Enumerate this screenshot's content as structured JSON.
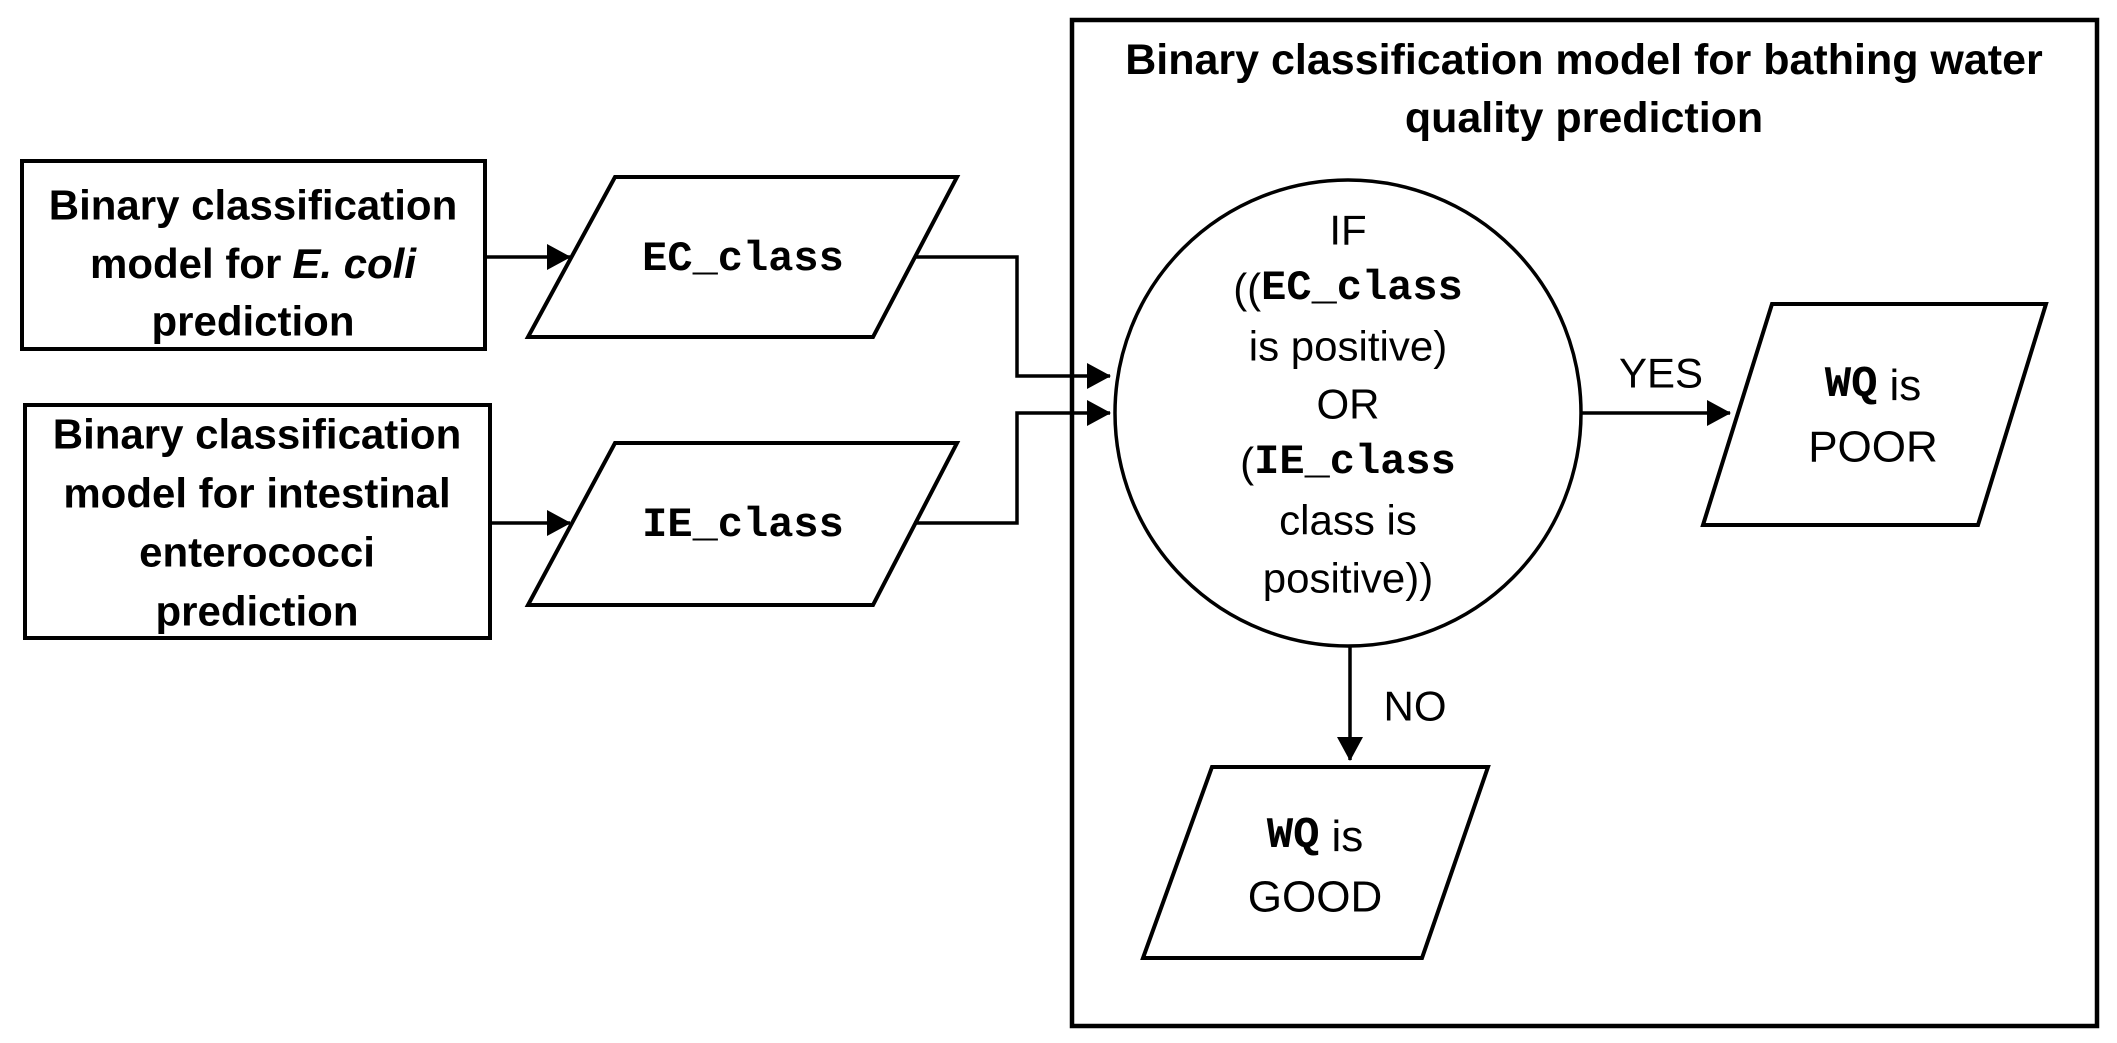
{
  "outer_box": {
    "title_line1": "Binary classification model for bathing water",
    "title_line2": "quality prediction"
  },
  "model_boxes": {
    "ecoli": {
      "line1": "Binary classification",
      "line2_prefix": "model for",
      "line2_italic": "E. coli",
      "line3": "prediction"
    },
    "enterococci": {
      "line1": "Binary classification",
      "line2": "model for intestinal",
      "line3": "enterococci",
      "line4": "prediction"
    }
  },
  "io_shapes": {
    "ec_class_label": "EC_class",
    "ie_class_label": "IE_class"
  },
  "decision_circle": {
    "line1": "IF",
    "line2_open": "((",
    "line2_var": "EC_class",
    "line3": "is positive)",
    "line4": "OR",
    "line5_open": "(",
    "line5_var": "IE_class",
    "line6": "class is",
    "line7": "positive))"
  },
  "edge_labels": {
    "yes": "YES",
    "no": "NO"
  },
  "outputs": {
    "poor": {
      "var": "WQ",
      "mid": "is",
      "line2": "POOR"
    },
    "good": {
      "var": "WQ",
      "mid": "is",
      "line2": "GOOD"
    }
  },
  "colors": {
    "stroke": "#000000",
    "background": "#ffffff",
    "shape_fill": "#ffffff"
  }
}
